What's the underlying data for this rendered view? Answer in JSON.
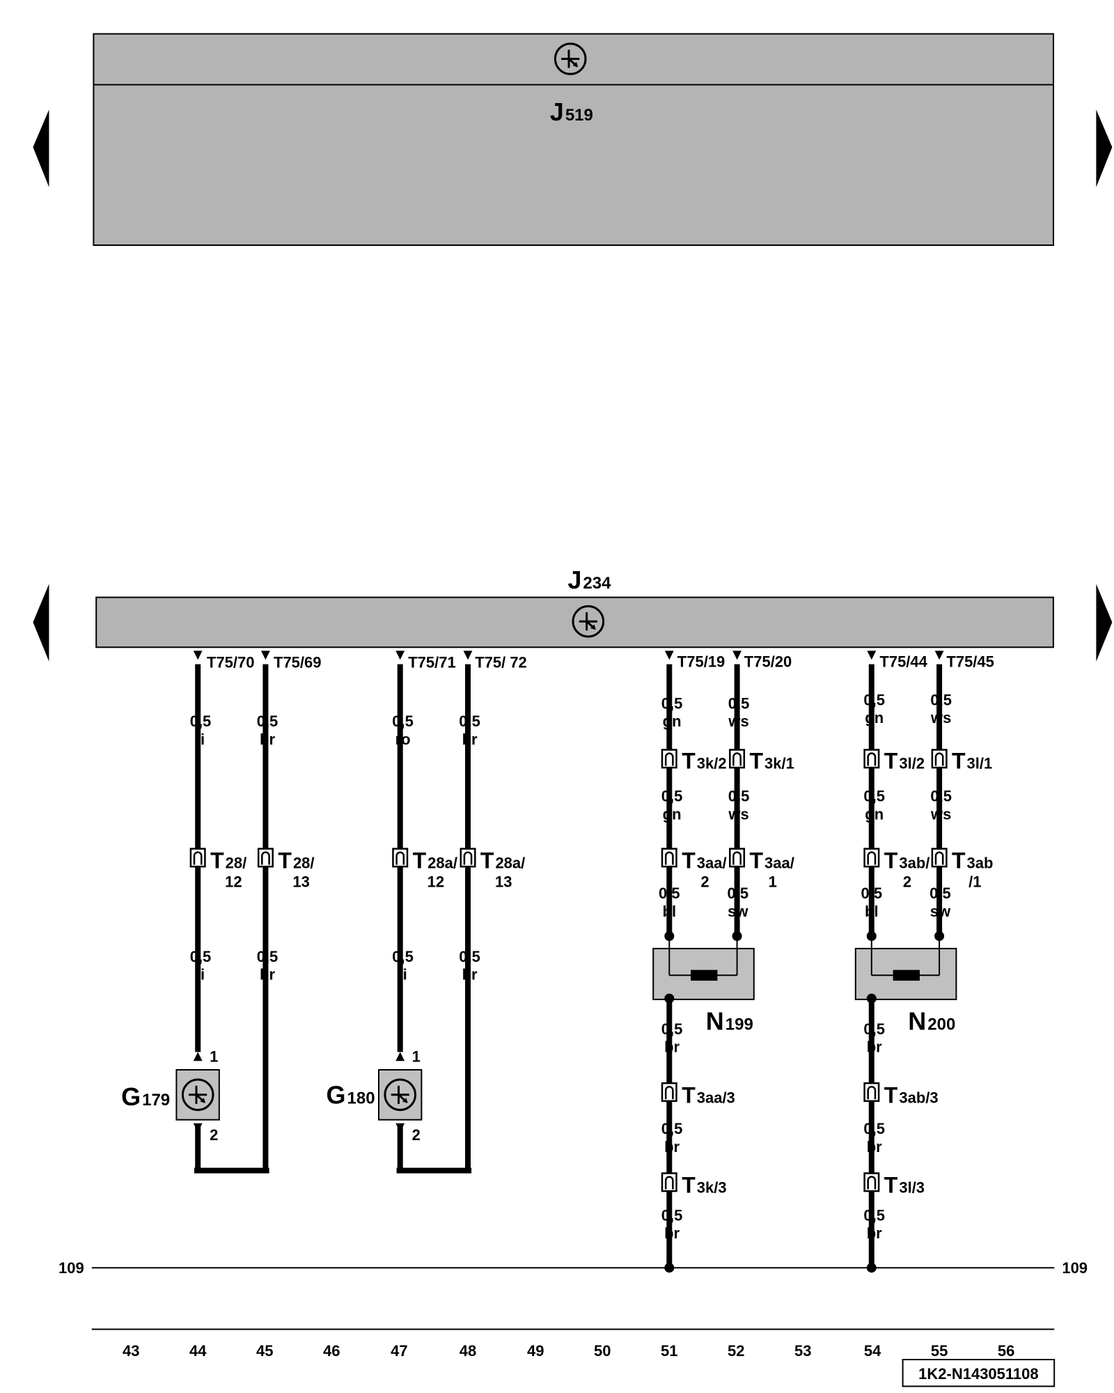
{
  "document_code": "1K2-N143051108",
  "reference_line": {
    "left_label": "109",
    "right_label": "109"
  },
  "columns": [
    "43",
    "44",
    "45",
    "46",
    "47",
    "48",
    "49",
    "50",
    "51",
    "52",
    "53",
    "54",
    "55",
    "56"
  ],
  "upper_unit": {
    "letter": "J",
    "number": "519"
  },
  "lower_unit": {
    "letter": "J",
    "number": "234"
  },
  "pins": [
    "T75/70",
    "T75/69",
    "T75/71",
    "T75/ 72",
    "T75/19",
    "T75/20",
    "T75/44",
    "T75/45"
  ],
  "wires": [
    {
      "size": "0,5",
      "color": "li"
    },
    {
      "size": "0,5",
      "color": "br"
    },
    {
      "size": "0,5",
      "color": "ro"
    },
    {
      "size": "0,5",
      "color": "br"
    },
    {
      "size": "0,5",
      "color": "gn"
    },
    {
      "size": "0,5",
      "color": "ws"
    },
    {
      "size": "0,5",
      "color": "gn"
    },
    {
      "size": "0,5",
      "color": "ws"
    },
    {
      "size": "0,5",
      "color": "li"
    },
    {
      "size": "0,5",
      "color": "br"
    },
    {
      "size": "0,5",
      "color": "li"
    },
    {
      "size": "0,5",
      "color": "br"
    },
    {
      "size": "0,5",
      "color": "gn"
    },
    {
      "size": "0,5",
      "color": "ws"
    },
    {
      "size": "0,5",
      "color": "gn"
    },
    {
      "size": "0,5",
      "color": "ws"
    },
    {
      "size": "0,5",
      "color": "bl"
    },
    {
      "size": "0,5",
      "color": "sw"
    },
    {
      "size": "0,5",
      "color": "bl"
    },
    {
      "size": "0,5",
      "color": "sw"
    },
    {
      "size": "0,5",
      "color": "br"
    },
    {
      "size": "0,5",
      "color": "br"
    },
    {
      "size": "0,5",
      "color": "br"
    },
    {
      "size": "0,5",
      "color": "br"
    },
    {
      "size": "0,5",
      "color": "br"
    },
    {
      "size": "0,5",
      "color": "br"
    }
  ],
  "connectors": [
    {
      "big": "T",
      "sub": "28/",
      "sub2": "12"
    },
    {
      "big": "T",
      "sub": "28/",
      "sub2": "13"
    },
    {
      "big": "T",
      "sub": "28a/",
      "sub2": "12"
    },
    {
      "big": "T",
      "sub": "28a/",
      "sub2": "13"
    },
    {
      "big": "T",
      "sub": "3k/2",
      "sub2": ""
    },
    {
      "big": "T",
      "sub": "3k/1",
      "sub2": ""
    },
    {
      "big": "T",
      "sub": "3l/2",
      "sub2": ""
    },
    {
      "big": "T",
      "sub": "3l/1",
      "sub2": ""
    },
    {
      "big": "T",
      "sub": "3aa/",
      "sub2": "2"
    },
    {
      "big": "T",
      "sub": "3aa/",
      "sub2": "1"
    },
    {
      "big": "T",
      "sub": "3ab/",
      "sub2": "2"
    },
    {
      "big": "T",
      "sub": "3ab",
      "sub2": "/1"
    },
    {
      "big": "T",
      "sub": "3aa/3",
      "sub2": ""
    },
    {
      "big": "T",
      "sub": "3ab/3",
      "sub2": ""
    },
    {
      "big": "T",
      "sub": "3k/3",
      "sub2": ""
    },
    {
      "big": "T",
      "sub": "3l/3",
      "sub2": ""
    }
  ],
  "sensors": [
    {
      "letter": "G",
      "number": "179",
      "pin_top": "1",
      "pin_bottom": "2"
    },
    {
      "letter": "G",
      "number": "180",
      "pin_top": "1",
      "pin_bottom": "2"
    }
  ],
  "actuators": [
    {
      "letter": "N",
      "number": "199"
    },
    {
      "letter": "N",
      "number": "200"
    }
  ],
  "colors": {
    "module_fill": "#b4b4b4",
    "component_fill": "#c0c0c0",
    "wire": "#000000"
  }
}
